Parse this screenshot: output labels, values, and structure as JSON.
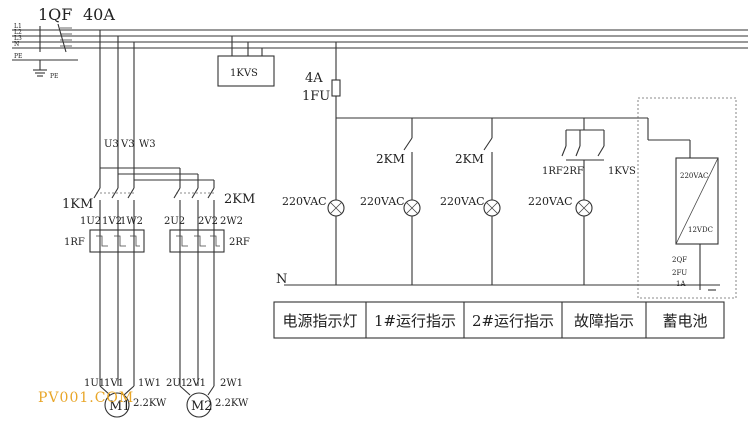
{
  "breaker": {
    "name": "1QF",
    "rating": "40A"
  },
  "bus_labels": {
    "l1": "L1",
    "l2": "L2",
    "l3": "L3",
    "n": "N",
    "pe": "PE",
    "pe_ground": "PE"
  },
  "kvs_box": "1KVS",
  "fuse": {
    "rating": "4A",
    "name": "1FU"
  },
  "phase_labels": {
    "u": "U3",
    "v": "V3",
    "w": "W3"
  },
  "contactors": {
    "left": "1KM",
    "right": "2KM"
  },
  "motor1_terms": {
    "u": "1U2",
    "v": "1V2",
    "w": "1W2"
  },
  "motor2_terms": {
    "u": "2U2",
    "v": "2V2",
    "w": "2W2"
  },
  "relays": {
    "left": "1RF",
    "right": "2RF"
  },
  "motor1_out": {
    "u": "1U1",
    "v": "1V1",
    "w": "1W1"
  },
  "motor2_out": {
    "u": "2U1",
    "v": "2V1",
    "w": "2W1"
  },
  "motors": [
    {
      "name": "M1",
      "power": "2.2KW"
    },
    {
      "name": "M2",
      "power": "2.2KW"
    }
  ],
  "circuit_contacts": {
    "run1": "2KM",
    "run2": "2KM",
    "fault_1rf": "1RF",
    "fault_2rf": "2RF",
    "fault_kvs": "1KVS"
  },
  "lamp_voltage": [
    "220VAC",
    "220VAC",
    "220VAC",
    "220VAC"
  ],
  "neutral": "N",
  "supply": {
    "ac": "220VAC",
    "dc": "12VDC",
    "fuse_name": "2FU",
    "fuse_rating": "1A",
    "switch": "2QF"
  },
  "table_cells": [
    "电源指示灯",
    "1#运行指示",
    "2#运行指示",
    "故障指示",
    "蓄电池"
  ],
  "watermark": "PV001.COM"
}
